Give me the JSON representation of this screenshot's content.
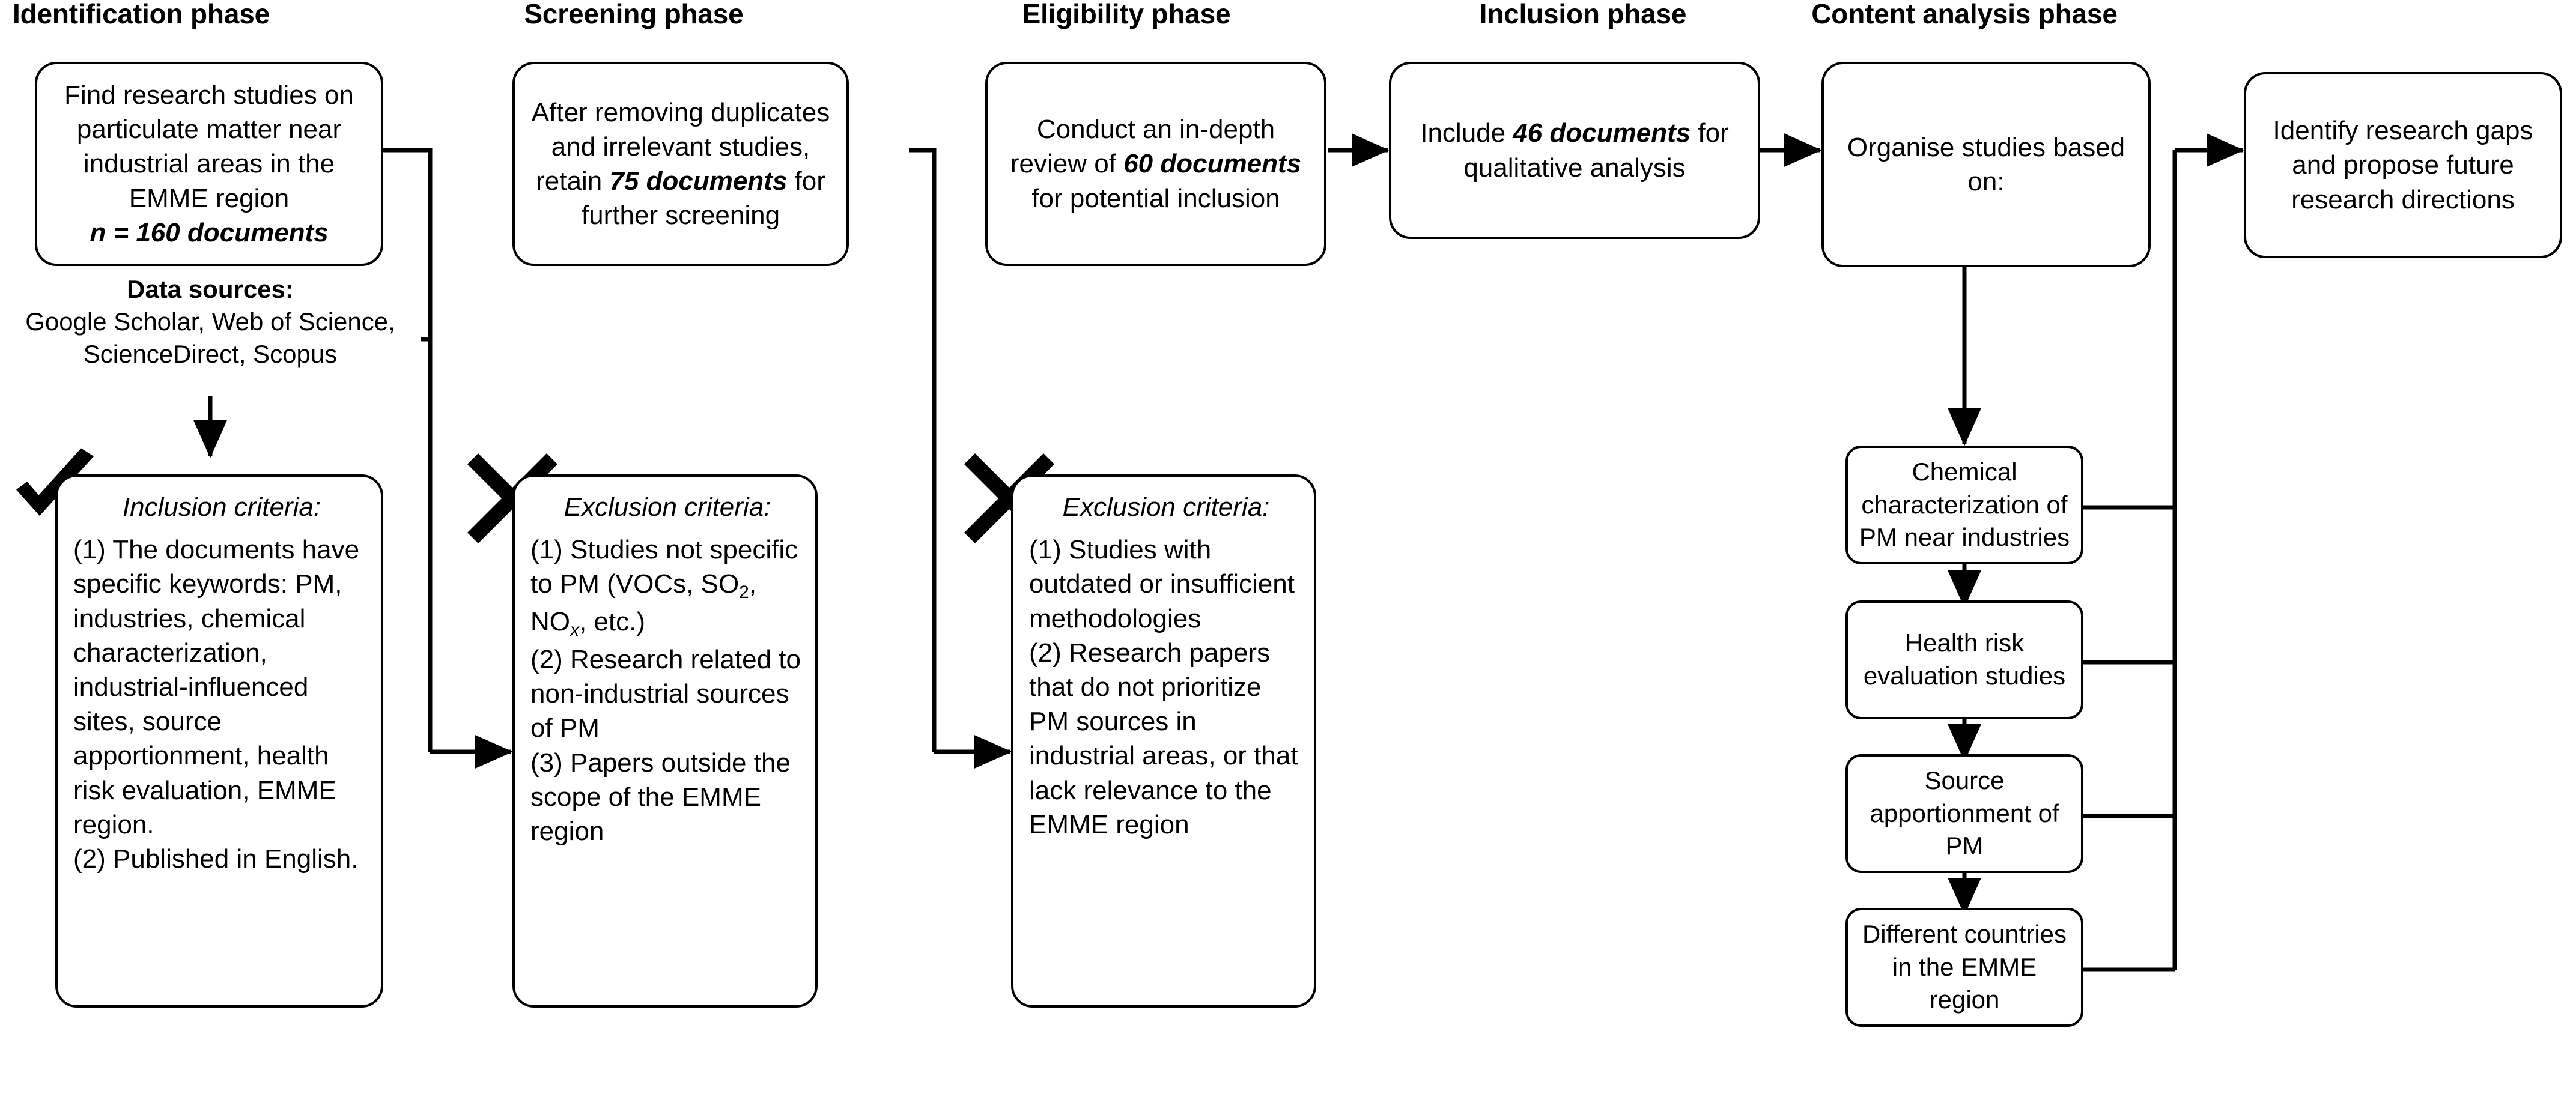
{
  "phases": [
    {
      "id": "identification",
      "label": "Identification phase"
    },
    {
      "id": "screening",
      "label": "Screening phase"
    },
    {
      "id": "eligibility",
      "label": "Eligibility phase"
    },
    {
      "id": "inclusion",
      "label": "Inclusion phase"
    },
    {
      "id": "content_analysis",
      "label": "Content analysis phase"
    }
  ],
  "nodes": {
    "identification_main": {
      "text": "Find research studies on particulate matter near industrial areas in the EMME region",
      "emphasis": "n = 160 documents"
    },
    "data_sources": {
      "heading": "Data sources:",
      "body": "Google Scholar, Web of Science, ScienceDirect, Scopus"
    },
    "inclusion_criteria": {
      "title": "Inclusion criteria:",
      "items": [
        "(1) The documents have specific keywords: PM, industries, chemical characterization, industrial-influenced sites, source apportionment, health risk evaluation, EMME region.",
        "(2) Published in English."
      ]
    },
    "screening_main": {
      "text_before": "After removing duplicates and irrelevant studies, retain ",
      "emphasis": "75 documents",
      "text_after": " for further screening"
    },
    "screening_exclusion": {
      "title": "Exclusion criteria:",
      "items": [
        "(1) Studies not specific to PM (VOCs, SO2, NOx, etc.)",
        "(2) Research related to non-industrial sources of PM",
        "(3) Papers outside the scope of the EMME region"
      ]
    },
    "eligibility_main": {
      "text_before": "Conduct an in-depth review of ",
      "emphasis": "60 documents",
      "text_after": " for potential inclusion"
    },
    "eligibility_exclusion": {
      "title": "Exclusion criteria:",
      "items": [
        "(1) Studies with outdated or insufficient methodologies",
        "(2) Research papers that do not prioritize PM sources in industrial areas, or that lack relevance to the EMME region"
      ]
    },
    "inclusion_main": {
      "text_before": "Include ",
      "emphasis": "46 documents",
      "text_after": " for qualitative analysis"
    },
    "content_main": {
      "text": "Organise studies based on:"
    },
    "content_items": [
      {
        "id": "chemical-characterization",
        "label": "Chemical characterization of PM near industries"
      },
      {
        "id": "health-risk",
        "label": "Health risk evaluation studies"
      },
      {
        "id": "source-apportionment",
        "label": "Source apportionment of PM"
      },
      {
        "id": "countries-emme",
        "label": "Different countries in the EMME region"
      }
    ],
    "final": {
      "text": "Identify research gaps and propose future research directions"
    }
  },
  "icons": {
    "check": "check-mark-icon",
    "cross": "cross-mark-icon"
  },
  "colors": {
    "stroke": "#000000",
    "background": "#ffffff",
    "text": "#000000"
  }
}
